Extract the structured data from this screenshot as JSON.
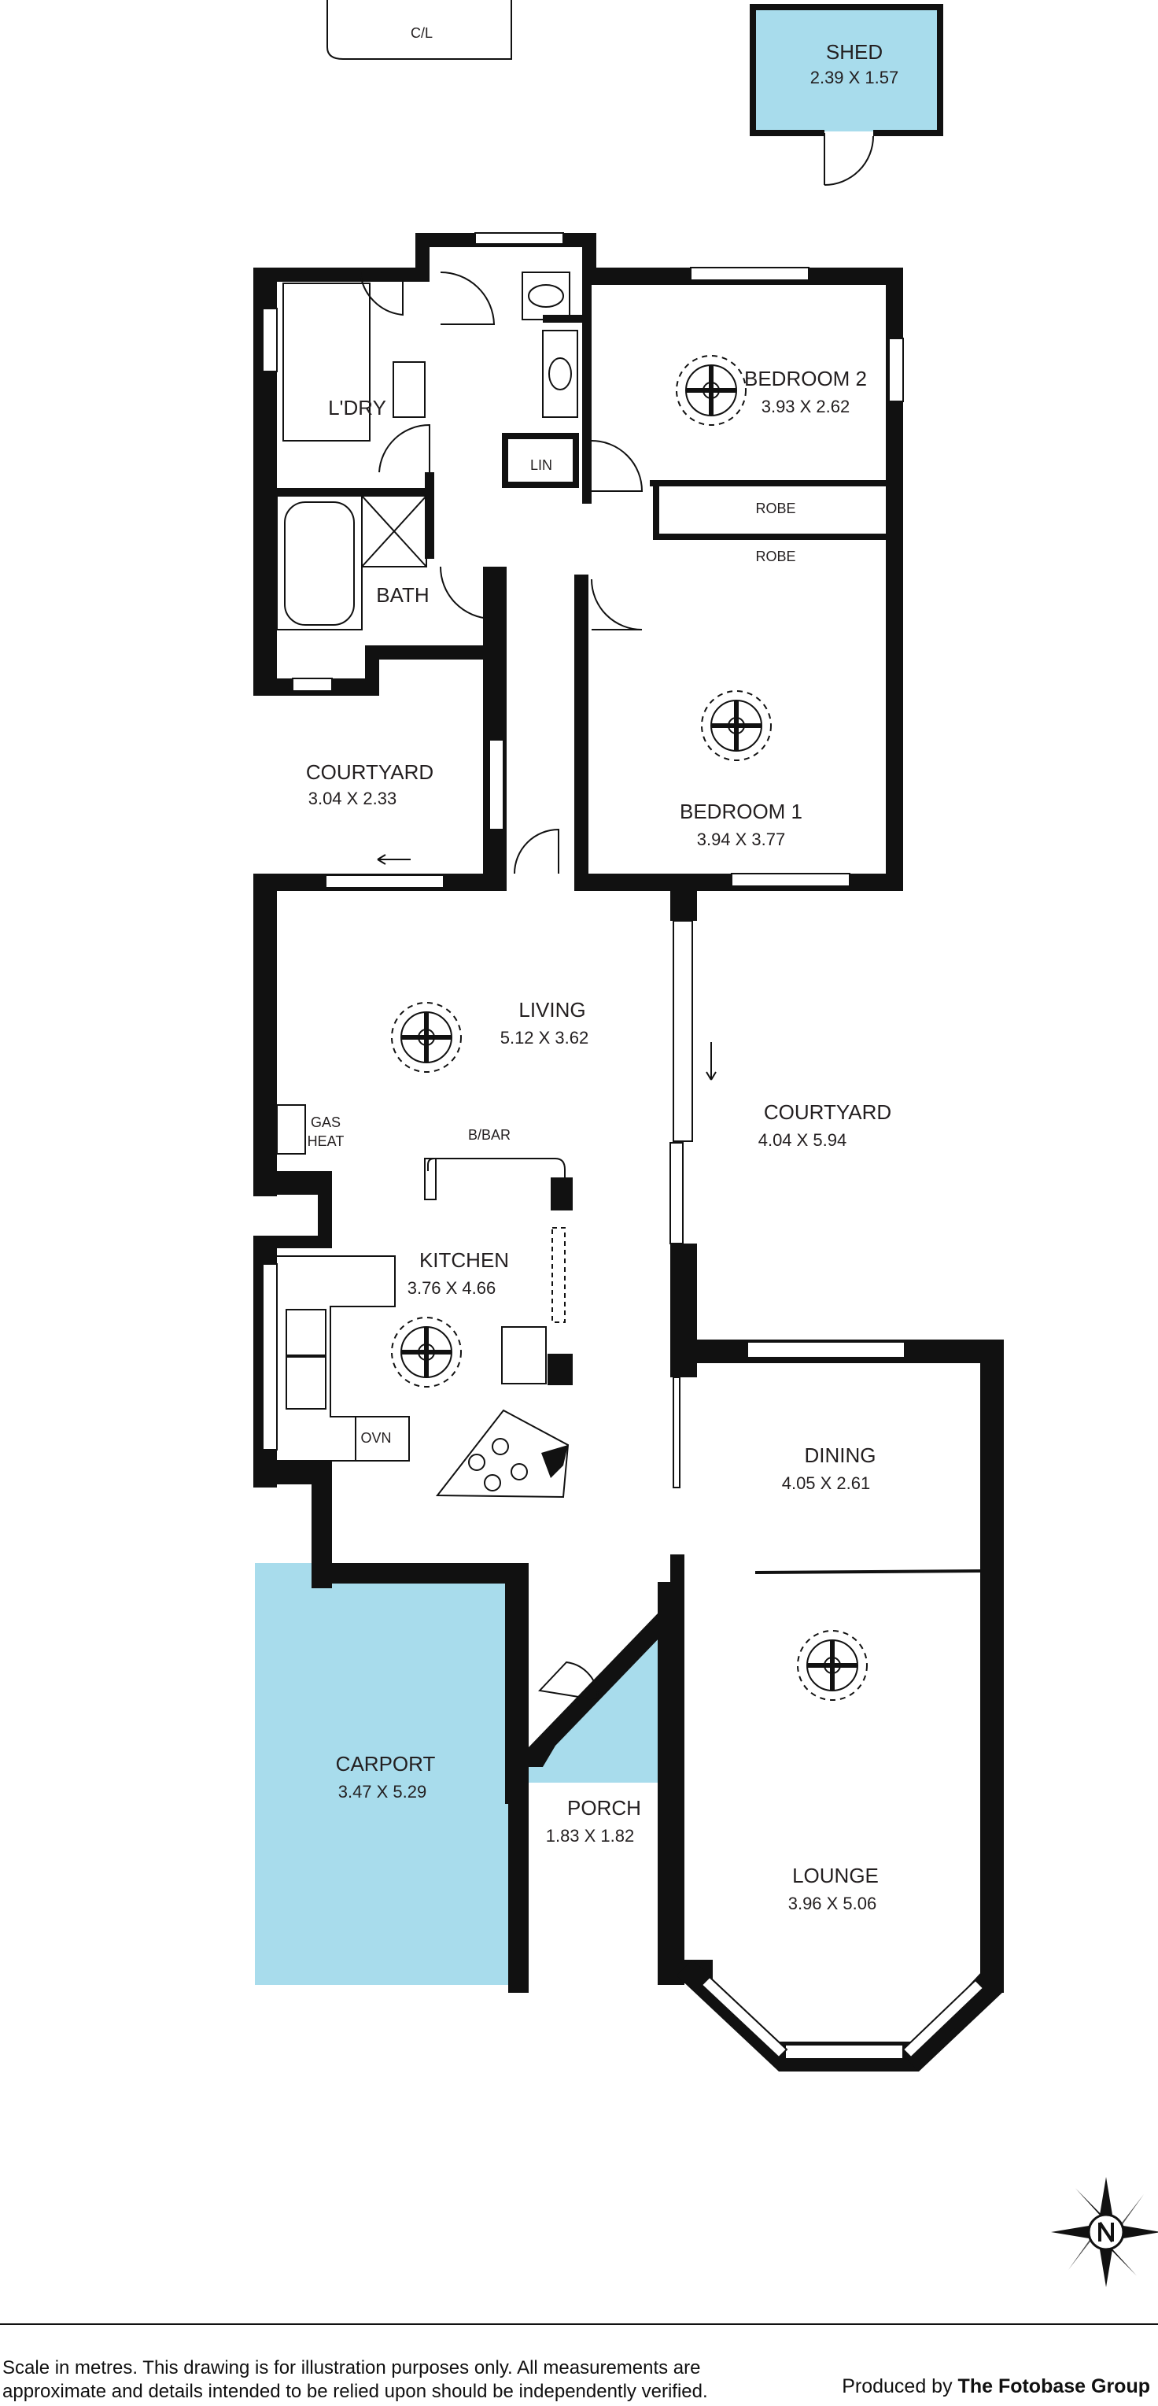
{
  "rooms": {
    "shed": {
      "name": "SHED",
      "dims": "2.39 X 1.57"
    },
    "cl": {
      "name": "C/L"
    },
    "laundry": {
      "name": "L'DRY"
    },
    "bath": {
      "name": "BATH"
    },
    "lin": {
      "name": "LIN"
    },
    "bedroom2": {
      "name": "BEDROOM 2",
      "dims": "3.93 X 2.62"
    },
    "robe_upper": {
      "name": "ROBE"
    },
    "robe_lower": {
      "name": "ROBE"
    },
    "bedroom1": {
      "name": "BEDROOM 1",
      "dims": "3.94 X 3.77"
    },
    "courtyard_west": {
      "name": "COURTYARD",
      "dims": "3.04 X 2.33"
    },
    "living": {
      "name": "LIVING",
      "dims": "5.12 X 3.62"
    },
    "gas_heat": {
      "line1": "GAS",
      "line2": "HEAT"
    },
    "bbar": {
      "name": "B/BAR"
    },
    "kitchen": {
      "name": "KITCHEN",
      "dims": "3.76 X 4.66"
    },
    "oven": {
      "name": "OVN"
    },
    "courtyard_east": {
      "name": "COURTYARD",
      "dims": "4.04 X 5.94"
    },
    "dining": {
      "name": "DINING",
      "dims": "4.05 X 2.61"
    },
    "carport": {
      "name": "CARPORT",
      "dims": "3.47 X 5.29"
    },
    "porch": {
      "name": "PORCH",
      "dims": "1.83 X 1.82"
    },
    "lounge": {
      "name": "LOUNGE",
      "dims": "3.96 X 5.06"
    }
  },
  "colors": {
    "outdoor_fill": "#a8dcec",
    "wall": "#111111"
  },
  "footer": {
    "disclaimer": "Scale in metres. This drawing is for illustration purposes only. All measurements are approximate and details intended to be relied upon should be independently verified.",
    "credit_prefix": "Produced by",
    "credit_company": "The Fotobase Group"
  },
  "icons": [
    "compass-rose-icon",
    "ceiling-fan-icon",
    "door-swing-icon",
    "toilet-icon",
    "basin-icon",
    "bathtub-icon",
    "cooktop-icon",
    "sink-icon"
  ]
}
